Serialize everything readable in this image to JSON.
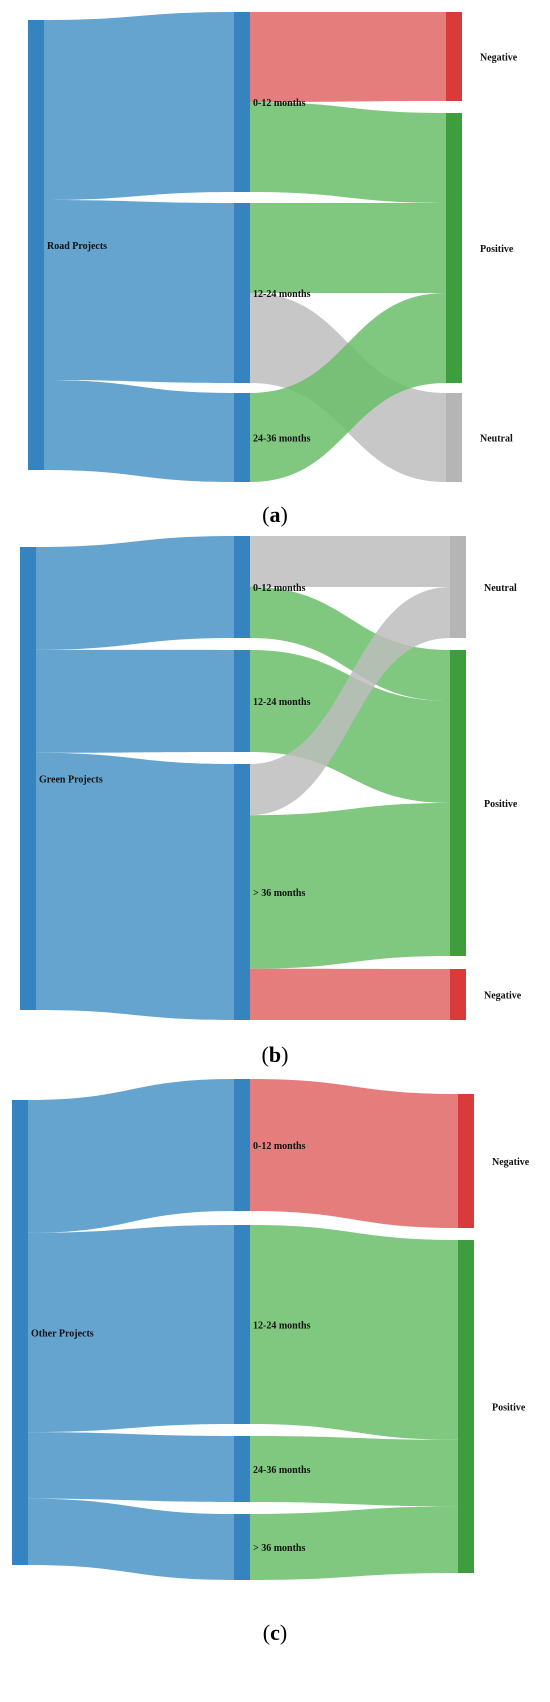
{
  "colors": {
    "node": "#3584c0",
    "source_link": "#5d9fcc",
    "Negative": "#e06666",
    "Positive": "#6abd6a",
    "Neutral": "#bdbdbd",
    "node_Negative": "#d93b3b",
    "node_Positive": "#3e9e3e",
    "node_Neutral": "#b5b5b5"
  },
  "panels": [
    {
      "caption": {
        "open": "(",
        "letter": "a",
        "close": ")"
      },
      "source": {
        "label": "Road Projects"
      },
      "durations": [
        {
          "label": "0-12 months",
          "value": 100
        },
        {
          "label": "12-24 months",
          "value": 100
        },
        {
          "label": "24-36 months",
          "value": 50
        }
      ],
      "outcomes": [
        {
          "label": "Negative",
          "value": 50
        },
        {
          "label": "Positive",
          "value": 150
        },
        {
          "label": "Neutral",
          "value": 50
        }
      ],
      "flows": [
        {
          "from": "0-12 months",
          "to": "Negative",
          "value": 50
        },
        {
          "from": "0-12 months",
          "to": "Positive",
          "value": 50
        },
        {
          "from": "12-24 months",
          "to": "Positive",
          "value": 50
        },
        {
          "from": "12-24 months",
          "to": "Neutral",
          "value": 50
        },
        {
          "from": "24-36 months",
          "to": "Positive",
          "value": 50
        }
      ]
    },
    {
      "caption": {
        "open": "(",
        "letter": "b",
        "close": ")"
      },
      "source": {
        "label": "Green Projects"
      },
      "durations": [
        {
          "label": "0-12 months",
          "value": 50
        },
        {
          "label": "12-24 months",
          "value": 50
        },
        {
          "label": "> 36 months",
          "value": 125
        }
      ],
      "outcomes": [
        {
          "label": "Neutral",
          "value": 50
        },
        {
          "label": "Positive",
          "value": 150
        },
        {
          "label": "Negative",
          "value": 25
        }
      ],
      "flows": [
        {
          "from": "0-12 months",
          "to": "Neutral",
          "value": 25
        },
        {
          "from": "0-12 months",
          "to": "Positive",
          "value": 25
        },
        {
          "from": "12-24 months",
          "to": "Positive",
          "value": 50
        },
        {
          "from": "> 36 months",
          "to": "Neutral",
          "value": 25
        },
        {
          "from": "> 36 months",
          "to": "Positive",
          "value": 75
        },
        {
          "from": "> 36 months",
          "to": "Negative",
          "value": 25
        }
      ]
    },
    {
      "caption": {
        "open": "(",
        "letter": "c",
        "close": ")"
      },
      "source": {
        "label": "Other Projects"
      },
      "durations": [
        {
          "label": "0-12 months",
          "value": 50
        },
        {
          "label": "12-24 months",
          "value": 75
        },
        {
          "label": "24-36 months",
          "value": 25
        },
        {
          "label": "> 36 months",
          "value": 25
        }
      ],
      "outcomes": [
        {
          "label": "Negative",
          "value": 50
        },
        {
          "label": "Positive",
          "value": 125
        }
      ],
      "flows": [
        {
          "from": "0-12 months",
          "to": "Negative",
          "value": 50
        },
        {
          "from": "12-24 months",
          "to": "Positive",
          "value": 75
        },
        {
          "from": "24-36 months",
          "to": "Positive",
          "value": 25
        },
        {
          "from": "> 36 months",
          "to": "Positive",
          "value": 25
        }
      ]
    }
  ]
}
